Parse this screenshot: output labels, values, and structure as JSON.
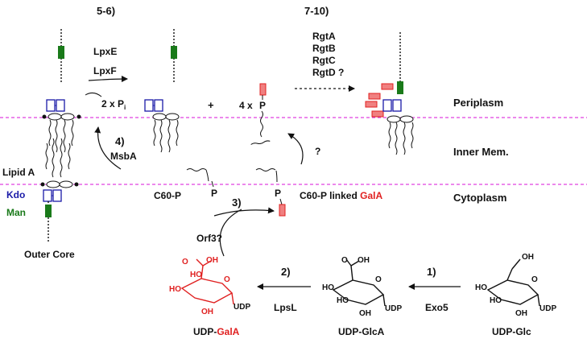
{
  "colors": {
    "membrane": "#e040e0",
    "galA": "#e02020",
    "kdo": "#1a1aa8",
    "man": "#1a7a1a",
    "black": "#111111"
  },
  "steps": {
    "s56": "5-6)",
    "s710": "7-10)",
    "s4": "4)",
    "s3": "3)",
    "s2": "2)",
    "s1": "1)"
  },
  "enzymes": {
    "lpxE": "LpxE",
    "lpxF": "LpxF",
    "phosphate_count": "2 x P",
    "phosphate_sub": "i",
    "rgtA": "RgtA",
    "rgtB": "RgtB",
    "rgtC": "RgtC",
    "rgtD": "RgtD ?",
    "msbA": "MsbA",
    "orf3": "Orf3?",
    "lpsL": "LpsL",
    "exo5": "Exo5",
    "unknown": "?"
  },
  "compartments": {
    "periplasm": "Periplasm",
    "inner_mem": "Inner Mem.",
    "cytoplasm": "Cytoplasm"
  },
  "legend": {
    "lipidA": "Lipid A",
    "kdo": "Kdo",
    "man": "Man",
    "outer_core": "Outer Core"
  },
  "misc": {
    "plus": "+",
    "four_x": "4 x",
    "p": "P",
    "c60p": "C60-P",
    "c60p_linked": "C60-P linked ",
    "galA_word": "GalA"
  },
  "molecules": {
    "udp_galA_prefix": "UDP-",
    "udp_galA_suffix": "GalA",
    "udp_glcA": "UDP-GlcA",
    "udp_glc": "UDP-Glc",
    "udp": "UDP",
    "ho": "HO",
    "oh": "OH",
    "o": "O"
  }
}
